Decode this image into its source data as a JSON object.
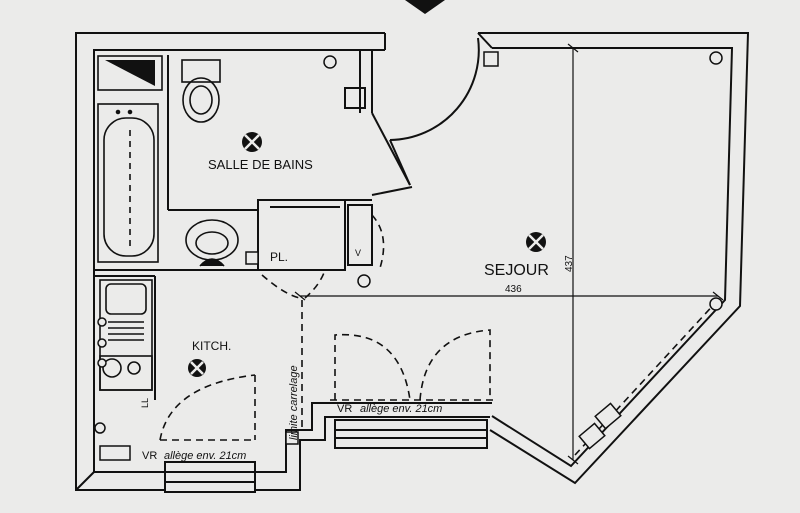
{
  "plan": {
    "rooms": {
      "salle_de_bains": "SALLE DE BAINS",
      "sejour": "SEJOUR",
      "kitchen": "KITCH.",
      "placard": "PL."
    },
    "dimensions": {
      "sejour_width": "436",
      "sejour_depth": "437"
    },
    "notes": {
      "limite_carrelage": "limite carrelage",
      "allege_sejour": "allège env. 21cm",
      "allege_kitchen": "allège env. 21cm",
      "vr_sejour": "VR",
      "vr_kitchen": "VR",
      "ll": "LL",
      "v_marker": "V"
    },
    "colors": {
      "ink": "#111111",
      "paper": "#ebebea"
    }
  }
}
